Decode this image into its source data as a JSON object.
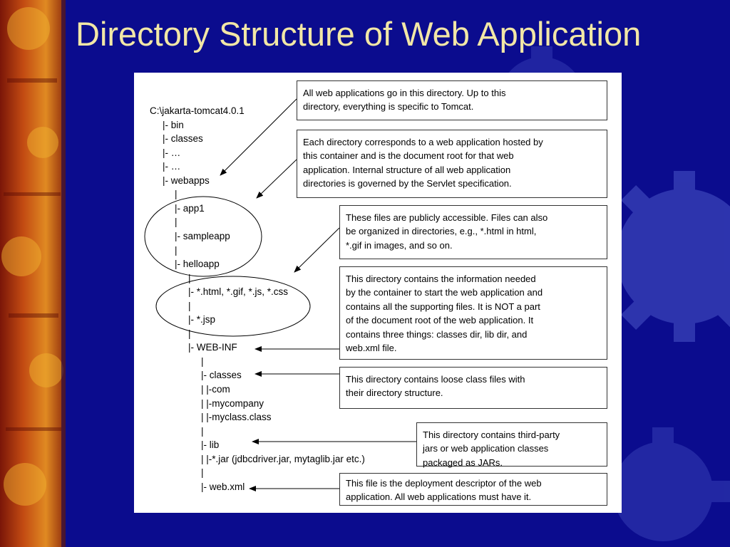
{
  "slide": {
    "title": "Directory Structure of Web Application"
  },
  "tree": [
    {
      "id": "root",
      "text": "C:\\jakarta-tomcat4.0.1"
    },
    {
      "id": "bin",
      "text": "|- bin"
    },
    {
      "id": "classes-top",
      "text": "|- classes"
    },
    {
      "id": "dots-1",
      "text": "|- …"
    },
    {
      "id": "dots-2",
      "text": "|- …"
    },
    {
      "id": "webapps",
      "text": "|- webapps"
    },
    {
      "id": "pipe-1",
      "text": "|"
    },
    {
      "id": "app1",
      "text": "|- app1"
    },
    {
      "id": "pipe-2",
      "text": "|"
    },
    {
      "id": "sampleapp",
      "text": "|- sampleapp"
    },
    {
      "id": "pipe-3",
      "text": "|"
    },
    {
      "id": "helloapp",
      "text": "|- helloapp"
    },
    {
      "id": "pipe-4",
      "text": "|"
    },
    {
      "id": "static-files",
      "text": "|- *.html, *.gif, *.js, *.css"
    },
    {
      "id": "pipe-5",
      "text": "|"
    },
    {
      "id": "jsp",
      "text": "|- *.jsp"
    },
    {
      "id": "pipe-6",
      "text": "|"
    },
    {
      "id": "web-inf",
      "text": "|- WEB-INF"
    },
    {
      "id": "pipe-7",
      "text": "|"
    },
    {
      "id": "classes",
      "text": "|- classes"
    },
    {
      "id": "com",
      "text": "|   |-com"
    },
    {
      "id": "mycompany",
      "text": "|     |-mycompany"
    },
    {
      "id": "myclass",
      "text": "|        |-myclass.class"
    },
    {
      "id": "pipe-8",
      "text": "|"
    },
    {
      "id": "lib",
      "text": "|- lib"
    },
    {
      "id": "jar",
      "text": "|   |-*.jar (jdbcdriver.jar, mytaglib.jar etc.)"
    },
    {
      "id": "pipe-9",
      "text": "|"
    },
    {
      "id": "web-xml",
      "text": "|- web.xml"
    }
  ],
  "notes": [
    {
      "id": "webapps-note",
      "lines": [
        "All web applications go in this directory. Up to this",
        "directory, everything is specific to Tomcat."
      ]
    },
    {
      "id": "app-dirs-note",
      "lines": [
        "Each directory corresponds to a web application hosted by",
        "this container and is the document root for that web",
        "application. Internal structure of all web application",
        "directories is governed by the Servlet specification."
      ]
    },
    {
      "id": "public-files-note",
      "lines": [
        "These files are publicly accessible. Files can also",
        "be organized in directories, e.g., *.html in html,",
        "*.gif in images, and so on."
      ]
    },
    {
      "id": "web-inf-note",
      "lines": [
        "This directory contains the information needed",
        "by the container to start the web application and",
        "contains all  the supporting files. It is NOT a part",
        "of the document root of the web application. It",
        "contains three things: classes dir, lib dir, and",
        "web.xml file."
      ]
    },
    {
      "id": "classes-note",
      "lines": [
        "This directory contains loose class files with",
        "their directory structure."
      ]
    },
    {
      "id": "lib-note",
      "lines": [
        "This directory contains third-party",
        "jars or web application classes",
        "packaged as JARs."
      ]
    },
    {
      "id": "web-xml-note",
      "lines": [
        "This file is the deployment descriptor of the web",
        "application. All web applications must have it."
      ]
    }
  ]
}
